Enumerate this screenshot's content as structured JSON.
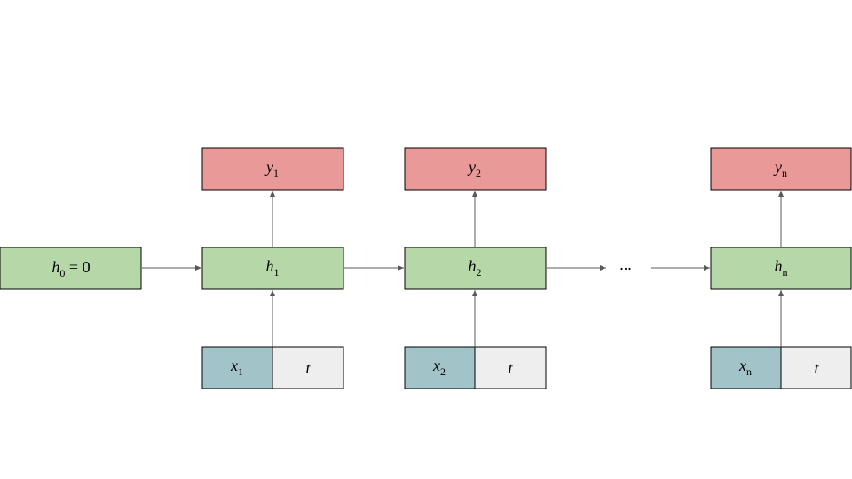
{
  "colors": {
    "output_fill": "#ea9999",
    "hidden_fill": "#b6d7a8",
    "input_x_fill": "#a2c4c9",
    "input_t_fill": "#eeeeee",
    "stroke": "#000000",
    "arrow": "#595959"
  },
  "initial_state": {
    "var": "h",
    "sub": "0",
    "eq": " = 0"
  },
  "steps": [
    {
      "y_var": "y",
      "y_sub": "1",
      "h_var": "h",
      "h_sub": "1",
      "x_var": "x",
      "x_sub": "1",
      "t_var": "t"
    },
    {
      "y_var": "y",
      "y_sub": "2",
      "h_var": "h",
      "h_sub": "2",
      "x_var": "x",
      "x_sub": "2",
      "t_var": "t"
    },
    {
      "y_var": "y",
      "y_sub": "n",
      "h_var": "h",
      "h_sub": "n",
      "x_var": "x",
      "x_sub": "n",
      "t_var": "t"
    }
  ],
  "ellipsis": "..."
}
